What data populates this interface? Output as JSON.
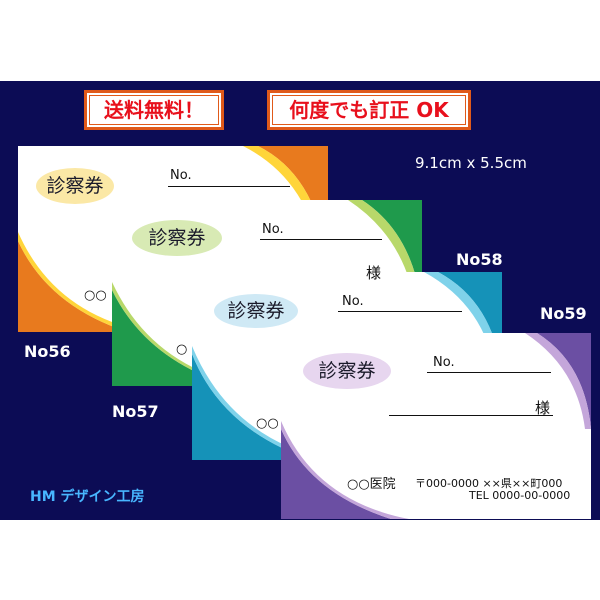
{
  "banners": {
    "free_shipping": "送料無料！",
    "free_revisions": "何度でも訂正 OK"
  },
  "size": "9.1cm x 5.5cm",
  "cards": [
    {
      "id": "No56",
      "label": "No56",
      "title": "診察券",
      "no_label": "No.",
      "clinic": "○○",
      "accent": "#e87a1e",
      "accent2": "#ffd53a",
      "badge": "#fbe8a6"
    },
    {
      "id": "No57",
      "label": "No57",
      "title": "診察券",
      "no_label": "No.",
      "clinic": "○",
      "accent": "#1f9a4c",
      "accent2": "#b8d86a",
      "badge": "#d8eab4"
    },
    {
      "id": "No58",
      "label": "No58",
      "title": "診察券",
      "no_label": "No.",
      "sama": "様",
      "clinic": "○○",
      "accent": "#1592b8",
      "accent2": "#7fd2ea",
      "badge": "#cfe9f5"
    },
    {
      "id": "No59",
      "label": "No59",
      "title": "診察券",
      "no_label": "No.",
      "sama": "様",
      "clinic": "○○医院",
      "postal": "〒000-0000 ××県××町000",
      "tel": "TEL 0000-00-0000",
      "accent": "#6b4fa3",
      "accent2": "#c4a6da",
      "badge": "#e7d6ef"
    }
  ],
  "brand": "HM デザイン工房"
}
